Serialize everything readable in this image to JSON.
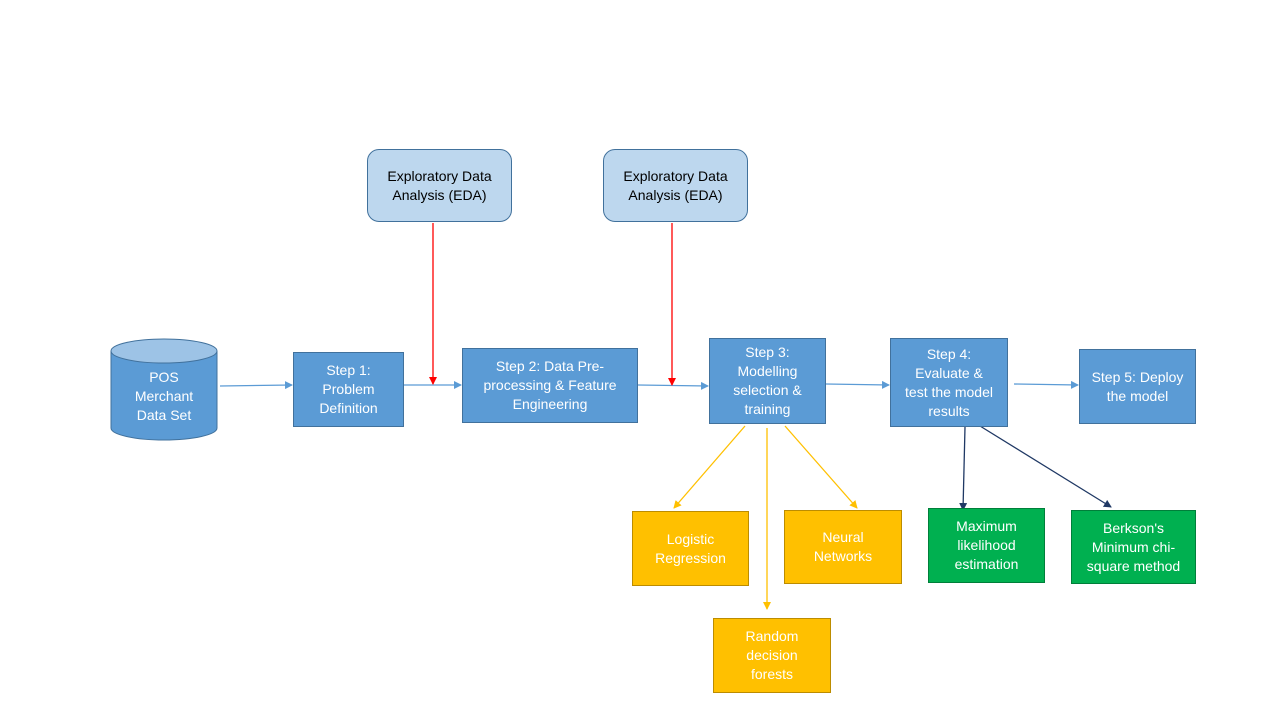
{
  "nodes": {
    "pos_data": "POS\nMerchant\nData Set",
    "step1": "Step 1:\nProblem\nDefinition",
    "step2": "Step 2:  Data Pre-\nprocessing & Feature\nEngineering",
    "step3": "Step 3:\nModelling\nselection &\ntraining",
    "step4": "Step 4:\nEvaluate &\ntest the model\nresults",
    "step5": "Step 5:  Deploy\nthe model",
    "eda1": "Exploratory Data\nAnalysis (EDA)",
    "eda2": "Exploratory Data\nAnalysis (EDA)",
    "logistic": "Logistic\nRegression",
    "random_forests": "Random\ndecision\nforests",
    "neural": "Neural\nNetworks",
    "mle": "Maximum\nlikelihood\nestimation",
    "berkson": "Berkson's\nMinimum chi-\nsquare method"
  },
  "colors": {
    "step_fill": "#5b9bd5",
    "eda_fill": "#bdd7ee",
    "model_fill": "#ffc000",
    "eval_fill": "#00b050",
    "main_arrow": "#5b9bd5",
    "eda_arrow": "#ff0000",
    "model_arrow": "#ffc000",
    "eval_arrow": "#1f3864"
  }
}
